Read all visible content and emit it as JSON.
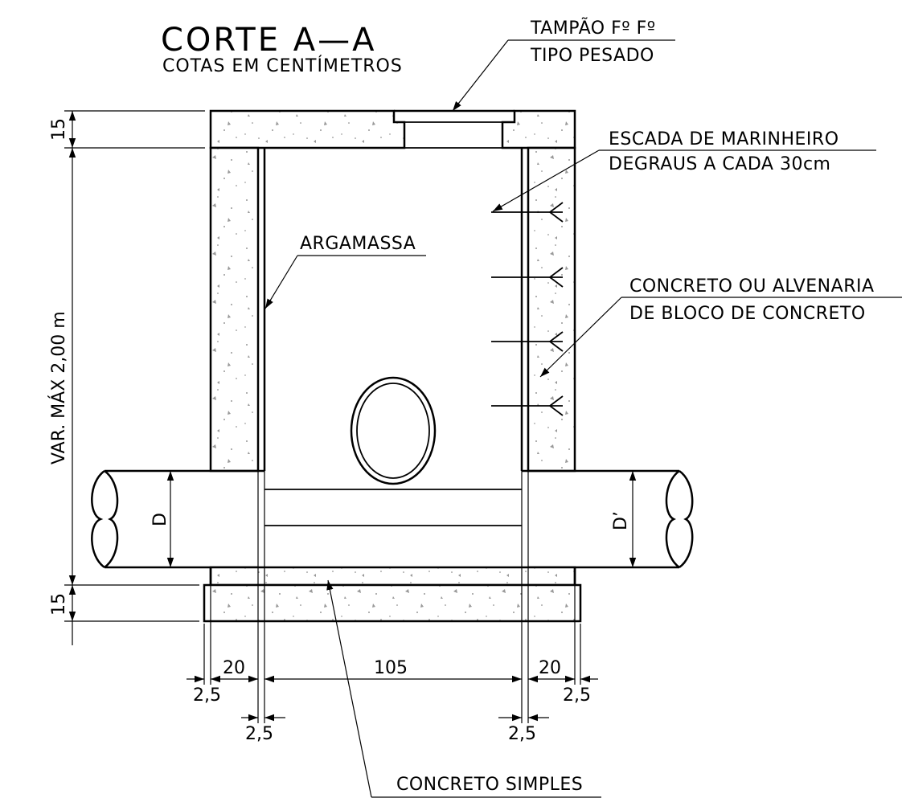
{
  "title": "CORTE A—A",
  "subtitle": "COTAS EM CENTÍMETROS",
  "labels": {
    "tampao_line1": "TAMPÃO Fº Fº",
    "tampao_line2": "TIPO PESADO",
    "escada_line1": "ESCADA DE MARINHEIRO",
    "escada_line2": "DEGRAUS A CADA 30cm",
    "argamassa": "ARGAMASSA",
    "concreto_line1": "CONCRETO OU ALVENARIA",
    "concreto_line2": "DE BLOCO DE CONCRETO",
    "concreto_simples": "CONCRETO SIMPLES"
  },
  "dimensions": {
    "top_slab": "15",
    "height": "VAR. MÁX 2,00 m",
    "bottom_slab": "15",
    "pipe_left": "D",
    "pipe_right": "D’",
    "wall_left": "20",
    "interior": "105",
    "wall_right": "20",
    "offset_left": "2,5",
    "offset_right": "2,5",
    "plaster_left": "2,5",
    "plaster_right": "2,5"
  }
}
